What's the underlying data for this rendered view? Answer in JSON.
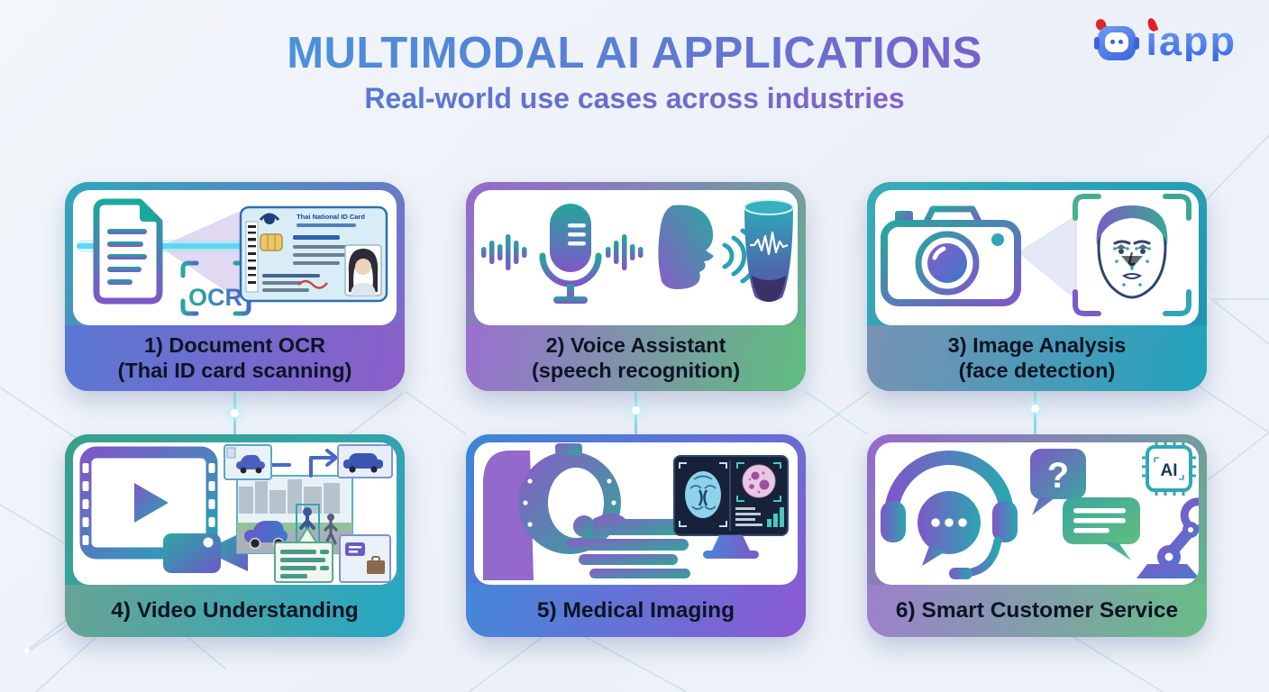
{
  "header": {
    "title": "MULTIMODAL AI APPLICATIONS",
    "subtitle": "Real-world use cases across industries"
  },
  "logo": {
    "text": "iapp"
  },
  "palette": {
    "background": "#edf1f7",
    "title_gradient": [
      "#3f9edd",
      "#8a4fc8"
    ],
    "subtitle_gradient": [
      "#3f85d6",
      "#9a55c5"
    ],
    "label_text": "#0d1424",
    "connector": "#8ad6da",
    "logo_blue": "#3a66e0",
    "logo_red": "#e02020"
  },
  "cards": [
    {
      "label": "1) Document OCR",
      "sublabel": "(Thai ID card scanning)",
      "icons": [
        "document-icon",
        "scan-beam-icon",
        "ocr-scan-frame-icon",
        "thai-id-card-icon"
      ],
      "icon_texts": {
        "ocr": "OCR",
        "id_card_header": "Thai National ID Card"
      },
      "border_gradient": [
        "#2ea8b8",
        "#8d5ece"
      ],
      "band_gradient": [
        "#5a78d2",
        "#8b5ec9"
      ]
    },
    {
      "label": "2) Voice Assistant",
      "sublabel": "(speech recognition)",
      "icons": [
        "sound-wave-icon",
        "microphone-icon",
        "speaking-face-icon",
        "smart-speaker-icon"
      ],
      "border_gradient": [
        "#9668ce",
        "#5cbd82"
      ],
      "band_gradient": [
        "#9a70d0",
        "#5fbd7e"
      ]
    },
    {
      "label": "3) Image Analysis",
      "sublabel": "(face detection)",
      "icons": [
        "camera-icon",
        "projection-beam-icon",
        "scan-frame-icon",
        "face-landmarks-icon"
      ],
      "border_gradient": [
        "#3aacb8",
        "#1d93ae"
      ],
      "band_gradient": [
        "#7992b3",
        "#21a3bc"
      ]
    },
    {
      "label": "4) Video Understanding",
      "sublabel": "",
      "icons": [
        "film-strip-icon",
        "play-icon",
        "video-camera-icon",
        "scene-analysis-icon"
      ],
      "border_gradient": [
        "#3aa08c",
        "#2aa6c4"
      ],
      "band_gradient": [
        "#68a494",
        "#25a7c3"
      ]
    },
    {
      "label": "5) Medical Imaging",
      "sublabel": "",
      "icons": [
        "mri-scanner-icon",
        "patient-icon",
        "medical-monitor-icon",
        "brain-scan-icon",
        "pathology-scan-icon"
      ],
      "border_gradient": [
        "#3d86d8",
        "#8a5ad0"
      ],
      "band_gradient": [
        "#4587d9",
        "#8a5ad2"
      ]
    },
    {
      "label": "6) Smart Customer Service",
      "sublabel": "",
      "icons": [
        "headset-chat-icon",
        "question-bubble-icon",
        "chat-bubble-icon",
        "ai-chip-icon",
        "robot-arm-icon"
      ],
      "icon_texts": {
        "question": "?",
        "chip": "AI"
      },
      "border_gradient": [
        "#9668ce",
        "#5cbd82"
      ],
      "band_gradient": [
        "#9d80cb",
        "#68bd88"
      ]
    }
  ]
}
